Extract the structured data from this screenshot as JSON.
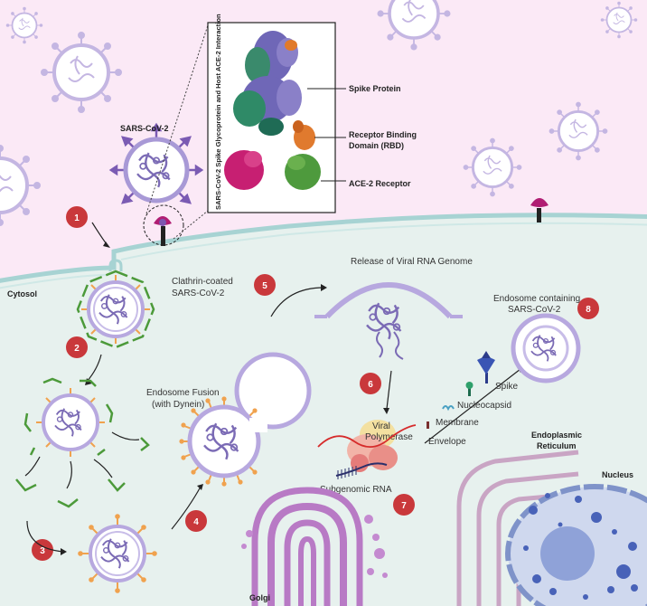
{
  "virus_label": "SARS-CoV-2",
  "inset": {
    "vertical_title": "SARS-CoV-2 Spike Glycoprotein and Host ACE-2 Interaction",
    "spike_protein": "Spike Protein",
    "rbd_line1": "Receptor Binding",
    "rbd_line2": "Domain (RBD)",
    "ace2": "ACE-2 Receptor"
  },
  "cytosol": "Cytosol",
  "clathrin_line1": "Clathrin-coated",
  "clathrin_line2": "SARS-CoV-2",
  "release": "Release of Viral RNA Genome",
  "endosome_fusion_line1": "Endosome Fusion",
  "endosome_fusion_line2": "(with Dynein)",
  "endosome_containing_line1": "Endosome containing",
  "endosome_containing_line2": "SARS-CoV-2",
  "polymerase_line1": "Viral",
  "polymerase_line2": "Polymerase",
  "subgenomic": "Subgenomic RNA",
  "proteins": {
    "spike": "Spike",
    "nucleocapsid": "Nucleocapsid",
    "membrane": "Membrane",
    "envelope": "Envelope"
  },
  "er_line1": "Endoplasmic",
  "er_line2": "Reticulum",
  "nucleus": "Nucleus",
  "golgi": "Golgi",
  "steps": [
    "1",
    "2",
    "3",
    "4",
    "5",
    "6",
    "7",
    "8"
  ],
  "colors": {
    "background": "#fbe9f6",
    "cytoplasm": "#e7f1ee",
    "membrane": "#a7d3d3",
    "step_badge": "#c9383b",
    "virus_purple": "#8e7bc4",
    "clathrin_green": "#4c9a3a",
    "spike_orange": "#f0a24e"
  }
}
